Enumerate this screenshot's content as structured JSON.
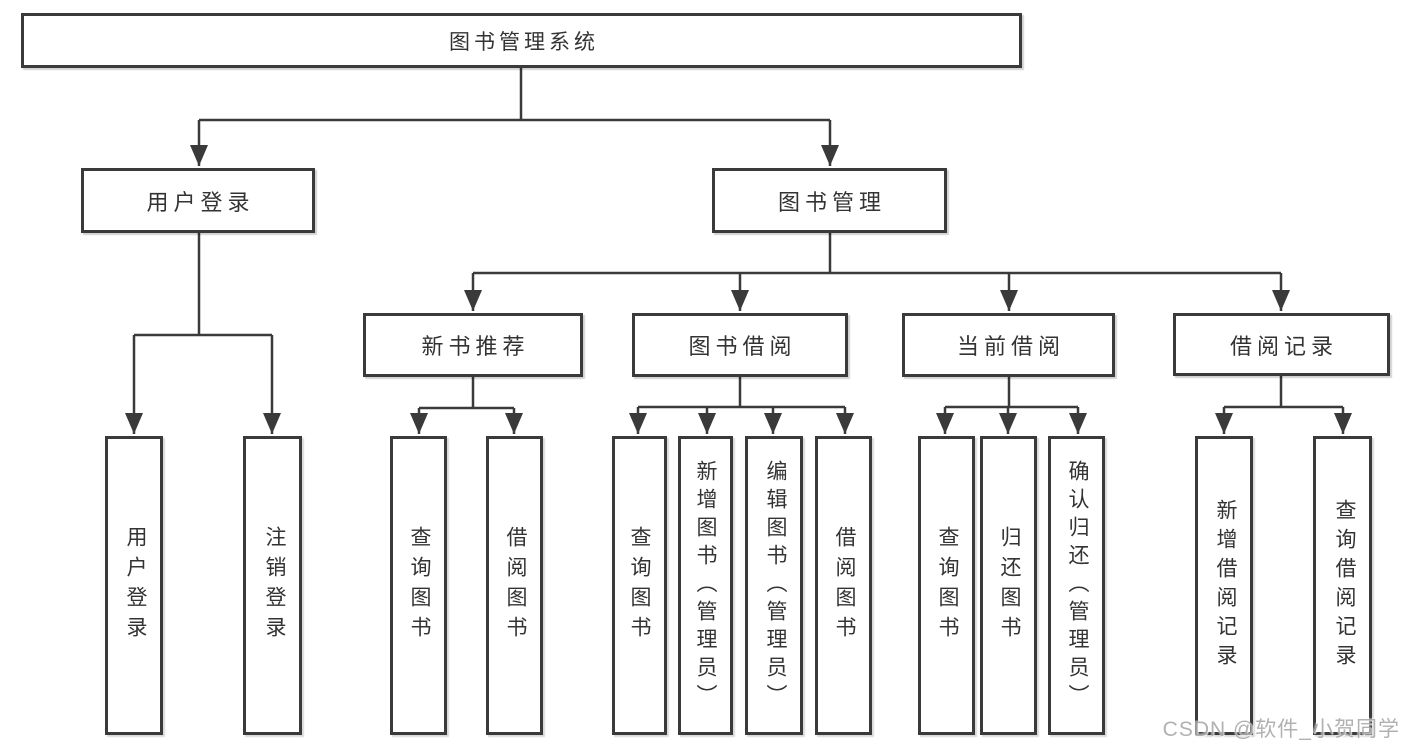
{
  "diagram": {
    "root": {
      "label": "图书管理系统"
    },
    "groups": [
      {
        "label": "用户登录",
        "children": [
          "用户登录",
          "注销登录"
        ]
      },
      {
        "label": "图书管理",
        "sections": [
          {
            "label": "新书推荐",
            "children": [
              "查询图书",
              "借阅图书"
            ]
          },
          {
            "label": "图书借阅",
            "children": [
              "查询图书",
              "新增图书（管理员）",
              "编辑图书（管理员）",
              "借阅图书"
            ]
          },
          {
            "label": "当前借阅",
            "children": [
              "查询图书",
              "归还图书",
              "确认归还（管理员）"
            ]
          },
          {
            "label": "借阅记录",
            "children": [
              "新增借阅记录",
              "查询借阅记录"
            ]
          }
        ]
      }
    ]
  },
  "watermark": "CSDN @软件_小贺同学",
  "colors": {
    "line": "#3a3a3a",
    "text": "#333333",
    "background": "#ffffff",
    "watermark": "#ababab"
  }
}
